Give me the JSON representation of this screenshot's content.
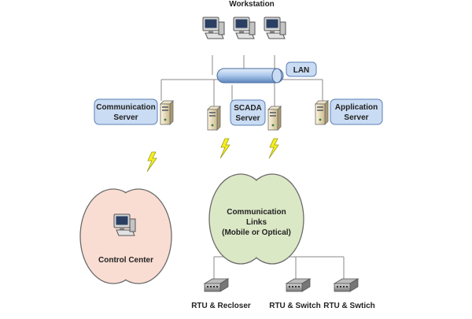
{
  "labels": {
    "workstation": "Workstation",
    "lan": "LAN",
    "communication_server": [
      "Communication",
      "Server"
    ],
    "scada_server": [
      "SCADA",
      "Server"
    ],
    "application_server": [
      "Application",
      "Server"
    ],
    "control_center": "Control Center",
    "communication_links": [
      "Communication",
      "Links",
      "(Mobile or Optical)"
    ],
    "rtu_recloser": "RTU & Recloser",
    "rtu_switch": "RTU & Switch",
    "rtu_swtich": "RTU & Swtich"
  },
  "colors": {
    "label_box": "#c9dcf3",
    "label_border": "#5a7fb5",
    "lan_bar": "#a9c6ea",
    "control_cloud": "#f9ddd3",
    "links_cloud": "#dbe8c6",
    "bolt": "#f5f01a",
    "line": "#8a8a8a"
  },
  "icons": {
    "workstation": "desktop-computer-icon",
    "server": "tower-server-icon",
    "rtu": "rtu-device-icon",
    "wireless": "lightning-bolt-icon"
  }
}
